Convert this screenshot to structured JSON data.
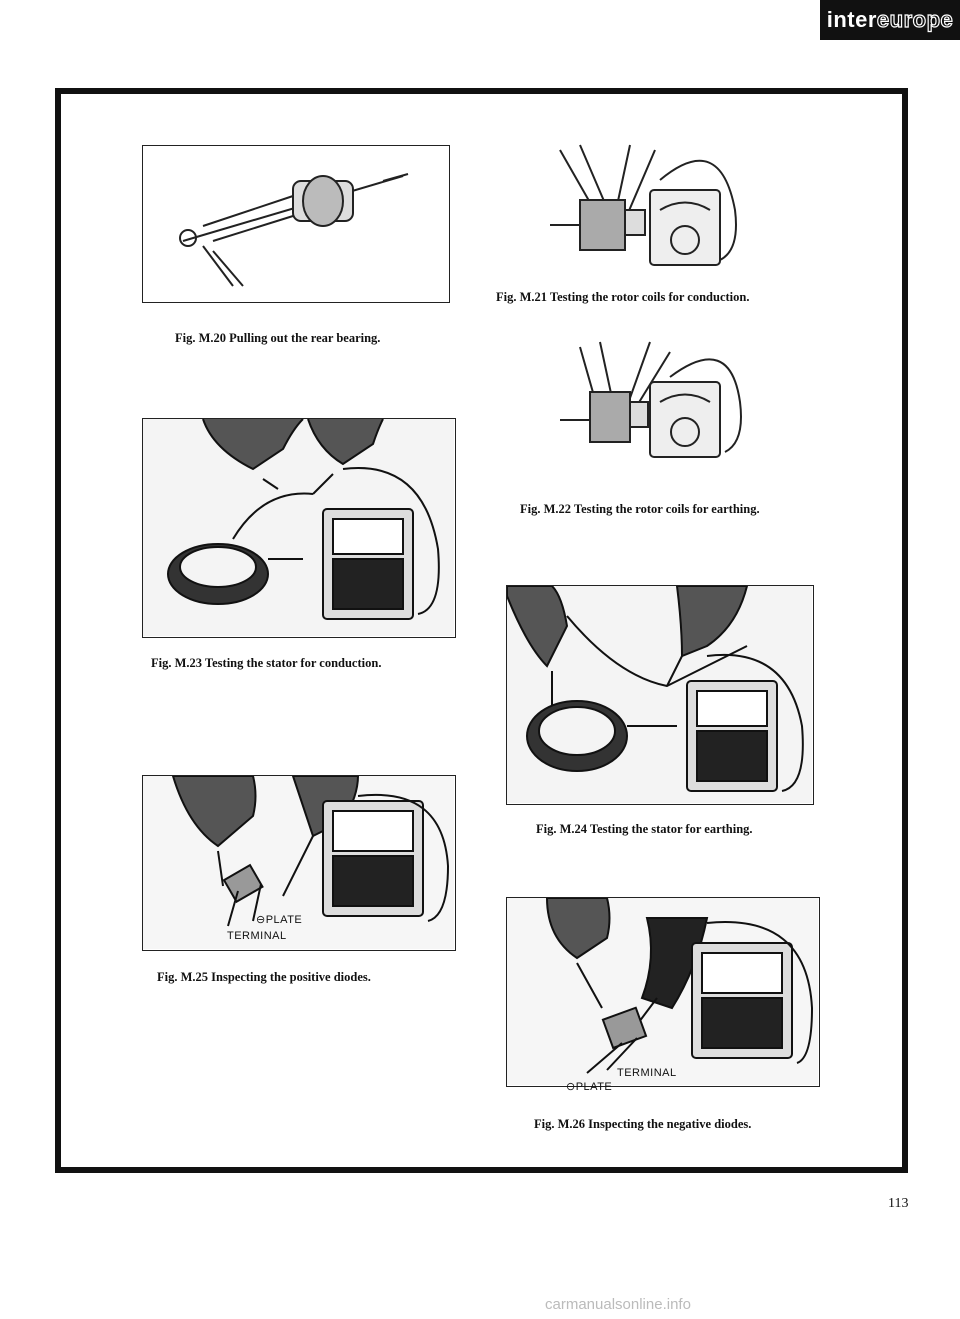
{
  "header": {
    "brand_bold": "inter",
    "brand_outline": "europe"
  },
  "figures": [
    {
      "caption": "Fig. M.20 Pulling out the rear bearing."
    },
    {
      "caption": "Fig. M.21 Testing the rotor coils for conduction."
    },
    {
      "caption": "Fig. M.22 Testing the rotor coils for earthing."
    },
    {
      "caption": "Fig. M.23 Testing the stator for conduction."
    },
    {
      "caption": "Fig. M.24 Testing the stator for earthing."
    },
    {
      "caption": "Fig. M.25 Inspecting the positive diodes.",
      "label_top": "⊖PLATE",
      "label_bottom": "TERMINAL"
    },
    {
      "caption": "Fig. M.26 Inspecting the negative diodes.",
      "label_top": "TERMINAL",
      "label_bottom": "⊖PLATE"
    }
  ],
  "page_number": "113",
  "footer": "carmanualsonline.info"
}
